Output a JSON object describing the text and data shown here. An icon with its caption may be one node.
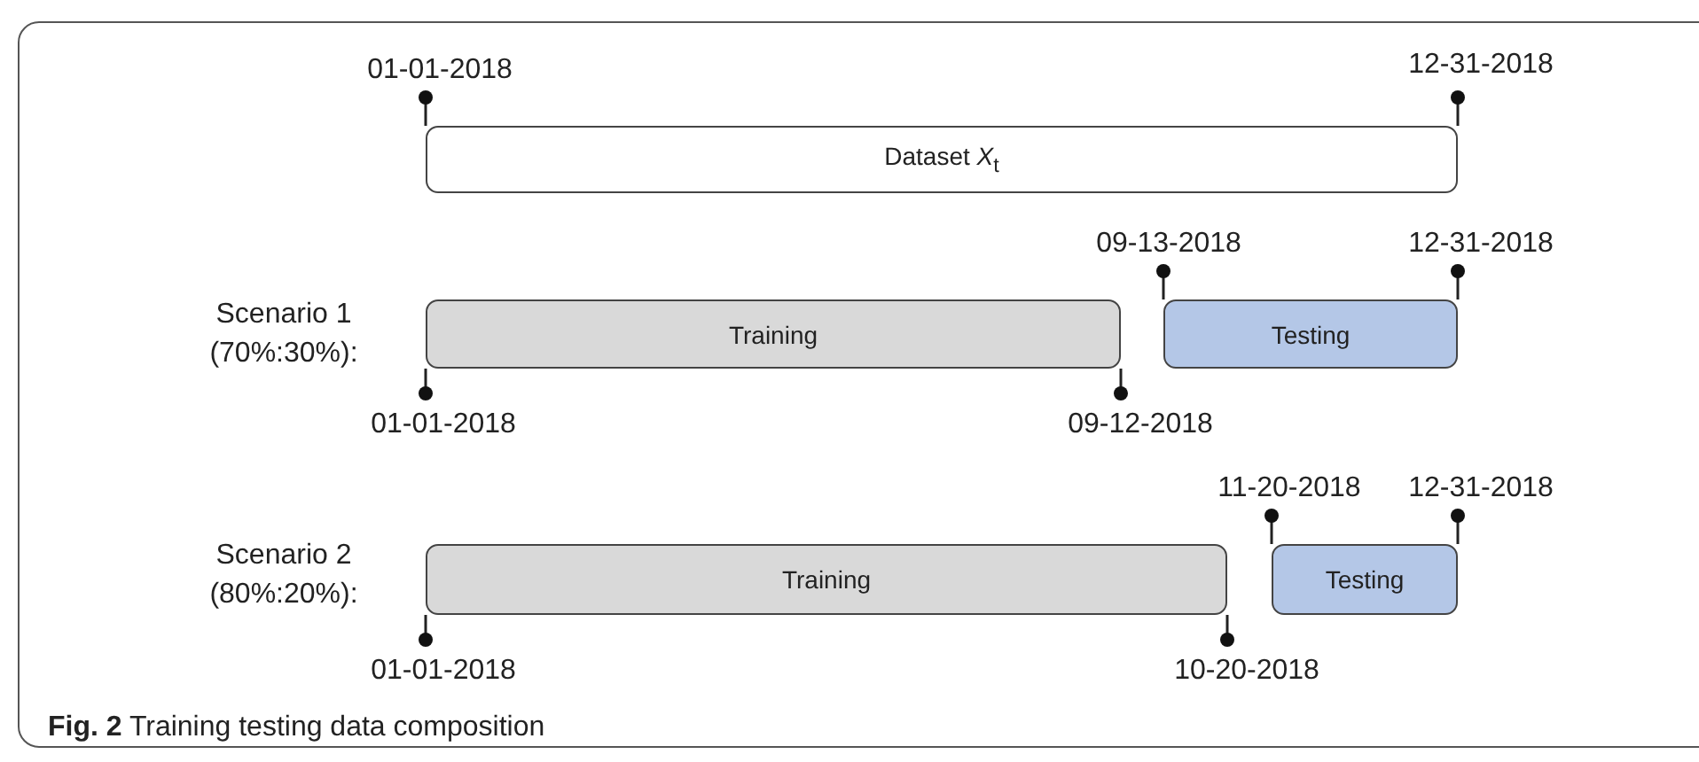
{
  "diagram": {
    "caption": "**Fig. 2** Training testing data composition",
    "nodes": [
      {
        "text": [
          "Dataset *X*$_{t}$"
        ],
        "beside": [
          "01-01-2018",
          "12-31-2018"
        ]
      },
      {
        "text": [
          "Training"
        ],
        "beside": [
          "01-01-2018",
          "09-12-2018"
        ]
      },
      {
        "text": [
          "Testing"
        ],
        "beside": [
          "09-13-2018",
          "12-31-2018"
        ]
      },
      {
        "text": [
          "Training"
        ],
        "beside": [
          "01-01-2018",
          "10-20-2018"
        ]
      },
      {
        "text": [
          "Testing"
        ],
        "beside": [
          "11-20-2018",
          "12-31-2018"
        ]
      }
    ],
    "labels": [
      "Scenario 1 (70%:30%):",
      "Scenario 2 (80%:20%):"
    ]
  }
}
